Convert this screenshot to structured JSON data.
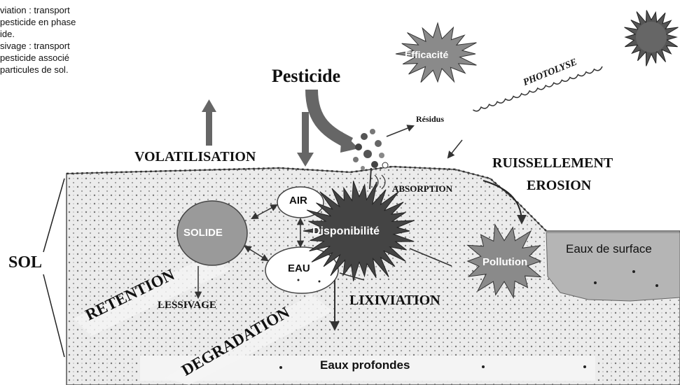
{
  "legend": {
    "lines": [
      "viation : transport",
      "pesticide en phase",
      "ide.",
      "sivage : transport",
      "pesticide associé",
      " particules de sol."
    ]
  },
  "labels": {
    "pesticide": "Pesticide",
    "efficacite": "Efficacité",
    "photolyse": "PHOTOLYSE",
    "residus": "Résidus",
    "volatilisation": "VOLATILISATION",
    "absorption": "ABSORPTION",
    "ruissellement": "RUISSELLEMENT",
    "erosion": "EROSION",
    "air": "AIR",
    "solide": "SOLIDE",
    "disponibilite": "Disponibilité",
    "eau": "EAU",
    "pollution": "Pollution",
    "eaux_surface": "Eaux de surface",
    "sol": "SOL",
    "retention": "RETENTION",
    "lessivage": "LESSIVAGE",
    "degradation": "DEGRADATION",
    "lixiviation": "LIXIVIATION",
    "eaux_profondes": "Eaux profondes"
  },
  "colors": {
    "soil": "#e8e8e8",
    "water": "#b9b9b9",
    "starburst": "#7a7a7a",
    "dark_burst": "#3d3d3d",
    "ink": "#111111"
  },
  "icons": [
    "sun-icon",
    "plant-icon"
  ]
}
